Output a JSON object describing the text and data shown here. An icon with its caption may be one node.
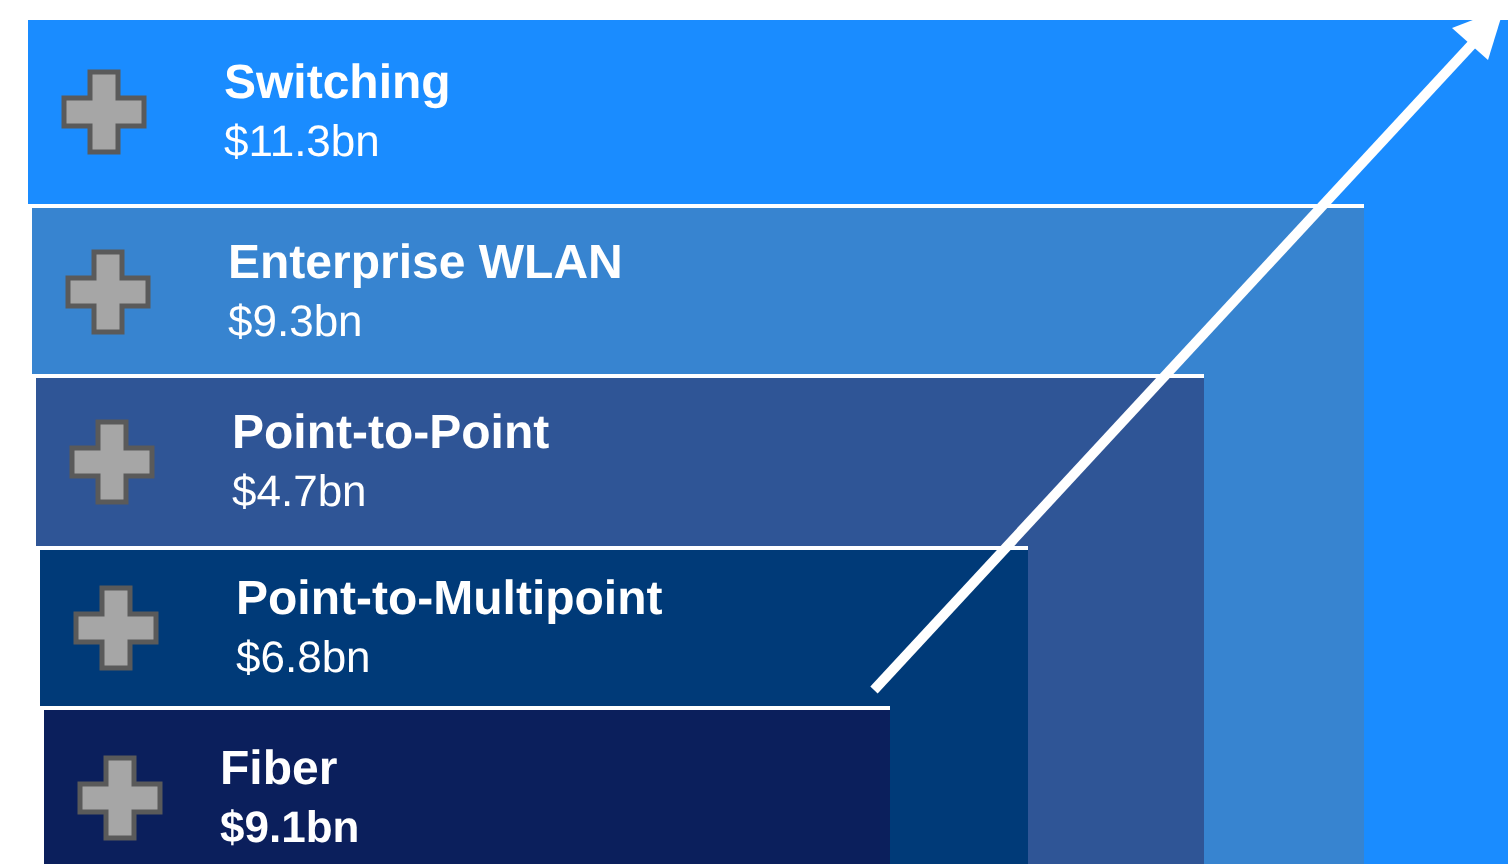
{
  "diagram": {
    "nodes": [
      {
        "text": [
          "Switching",
          "$11.3bn"
        ]
      },
      {
        "text": [
          "Enterprise WLAN",
          "$9.3bn"
        ],
        "in": 0
      },
      {
        "text": [
          "Point-to-Point",
          "$4.7bn"
        ],
        "in": 1
      },
      {
        "text": [
          "Point-to-Multipoint",
          "$6.8bn"
        ],
        "in": 2
      },
      {
        "text": [
          "Fiber",
          "$9.1bn"
        ],
        "in": 3
      }
    ]
  }
}
